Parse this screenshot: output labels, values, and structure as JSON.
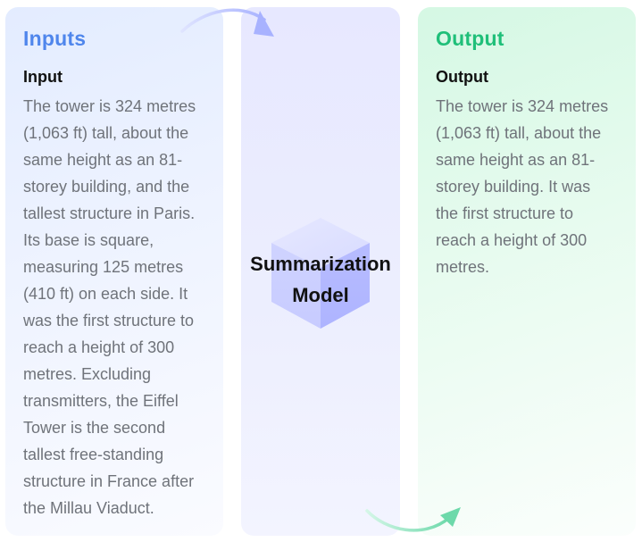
{
  "inputs": {
    "title": "Inputs",
    "subtitle": "Input",
    "text": "The tower is 324 metres (1,063 ft) tall, about the same height as an 81-storey building, and the tallest structure in Paris. Its base is square, measuring 125 metres (410 ft) on each side. It was the first structure to reach a height of 300 metres. Excluding transmitters, the Eiffel Tower is the second tallest free-standing structure in France after the Millau Viaduct."
  },
  "model": {
    "line1": "Summarization",
    "line2": "Model"
  },
  "output": {
    "title": "Output",
    "subtitle": "Output",
    "text": "The tower is 324 metres (1,063 ft) tall, about the same height as an 81-storey building. It was the first structure to reach a height of 300 metres."
  },
  "colors": {
    "inputs_accent": "#4f86ec",
    "output_accent": "#1fbf79",
    "model_shape": "#b8bcff",
    "top_arrow": "#aeb8ff",
    "bottom_arrow": "#79dbb2"
  }
}
